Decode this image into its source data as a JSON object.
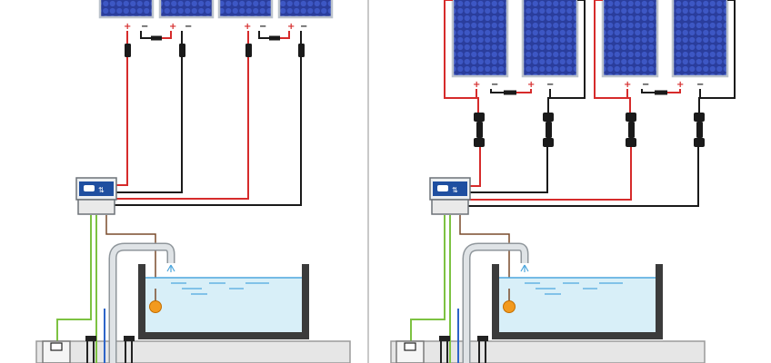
{
  "diagram": {
    "panels": [
      {
        "id": "left",
        "configuration": "2 strings x 2 panels (series)",
        "terminal_positive": "+",
        "terminal_negative": "−"
      },
      {
        "id": "right",
        "configuration": "2 strings x 2 panels (series), with in-line fuses",
        "terminal_positive": "+",
        "terminal_negative": "−"
      }
    ],
    "controller_icon": "pump-controller-icon",
    "colors": {
      "positive_wire": "#d62b2b",
      "negative_wire": "#1a1a1a",
      "sensor_wire": "#7dc242",
      "signal_wire": "#2d64c8",
      "water": "#d8eff8",
      "panel_cell": "#2a3d9c",
      "pipe": "#cfd3d6",
      "ground": "#e6e6e6",
      "float": "#f29a1f"
    }
  }
}
